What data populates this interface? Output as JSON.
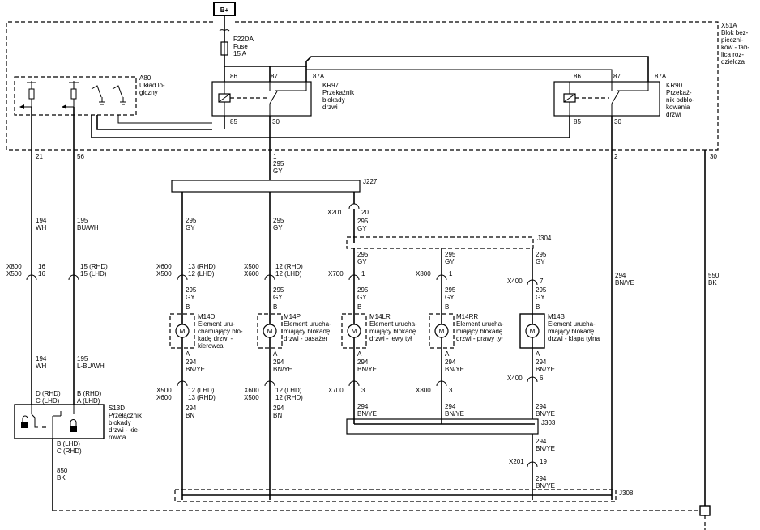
{
  "supply": {
    "label": "B+"
  },
  "fuse": {
    "name": "F22DA",
    "type": "Fuse",
    "rating": "15 A"
  },
  "module": {
    "id": "X51A",
    "lines": [
      "Blok bez-",
      "pieczni-",
      "ków - tab-",
      "lica roz-",
      "dzielcza"
    ]
  },
  "logic_unit": {
    "id": "A80",
    "lines": [
      "Układ lo-",
      "giczny"
    ]
  },
  "relay_lock": {
    "id": "KR97",
    "lines": [
      "Przekaźnik",
      "blokady",
      "drzwi"
    ],
    "pins": [
      "86",
      "87",
      "87A",
      "85",
      "30"
    ]
  },
  "relay_unlock": {
    "id": "KR90",
    "lines": [
      "Przekaź-",
      "nik odblo-",
      "kowania",
      "drzwi"
    ],
    "pins": [
      "86",
      "87",
      "87A",
      "85",
      "30"
    ]
  },
  "module_pins": {
    "p21": "21",
    "p56": "56",
    "p1": "1",
    "p2": "2",
    "p30": "30"
  },
  "wires": {
    "w194a": {
      "num": "194",
      "color": "WH"
    },
    "w195a": {
      "num": "195",
      "color": "BU/WH"
    },
    "w194b": {
      "num": "194",
      "color": "WH"
    },
    "w195b": {
      "num": "195",
      "color": "L-BU/WH"
    },
    "gy295": {
      "num": "295",
      "color": "GY"
    },
    "bnye294": {
      "num": "294",
      "color": "BN/YE"
    },
    "bn294": {
      "num": "294",
      "color": "BN"
    },
    "bk550": {
      "num": "550",
      "color": "BK"
    },
    "bk850": {
      "num": "850",
      "color": "BK"
    }
  },
  "connectors": {
    "x800_x500_left": {
      "name1": "X800",
      "name2": "X500",
      "pin1": "16",
      "pin2": "16"
    },
    "x800_right": {
      "pin1": "15 (RHD)",
      "pin2": "15 (LHD)"
    },
    "x600_top": {
      "name1": "X600",
      "name2": "X500",
      "pin1": "13 (RHD)",
      "pin2": "12 (LHD)"
    },
    "x500_top": {
      "name1": "X500",
      "name2": "X600",
      "pin1": "12 (RHD)",
      "pin2": "12 (LHD)"
    },
    "x201_top": {
      "name": "X201",
      "pin": "20"
    },
    "x700_top": {
      "name": "X700",
      "pin": "1"
    },
    "x800_top": {
      "name": "X800",
      "pin": "1"
    },
    "x400_top": {
      "name": "X400",
      "pin": "7"
    },
    "x500_bot": {
      "name1": "X500",
      "name2": "X600",
      "pin1": "12 (LHD)",
      "pin2": "13 (RHD)"
    },
    "x600_bot": {
      "name1": "X600",
      "name2": "X500",
      "pin1": "12 (LHD)",
      "pin2": "12 (RHD)"
    },
    "x700_bot": {
      "name": "X700",
      "pin": "3"
    },
    "x800_bot": {
      "name": "X800",
      "pin": "3"
    },
    "x400_bot": {
      "name": "X400",
      "pin": "6"
    },
    "x201_bot": {
      "name": "X201",
      "pin": "19"
    }
  },
  "splices": {
    "j227": "J227",
    "j304": "J304",
    "j303": "J303",
    "j308": "J308"
  },
  "motor_symbol": "M",
  "pin_a": "A",
  "pin_b": "B",
  "actuators": [
    {
      "id": "M14D",
      "lines": [
        "Element uru-",
        "chamiający blo-",
        "kadę drzwi -",
        "kierowca"
      ]
    },
    {
      "id": "M14P",
      "lines": [
        "Element urucha-",
        "miający blokadę",
        "drzwi - pasażer"
      ]
    },
    {
      "id": "M14LR",
      "lines": [
        "Element urucha-",
        "miający blokadę",
        "drzwi - lewy tył"
      ]
    },
    {
      "id": "M14RR",
      "lines": [
        "Element urucha-",
        "miający blokadę",
        "drzwi - prawy tył"
      ]
    },
    {
      "id": "M14B",
      "lines": [
        "Element urucha-",
        "miający blokadę",
        "drzwi - klapa tylna"
      ]
    }
  ],
  "switch_s13d": {
    "id": "S13D",
    "lines": [
      "Przełącznik",
      "blokady",
      "drzwi - kie-",
      "rowca"
    ],
    "pins_top_left": [
      "D (RHD)",
      "C (LHD)"
    ],
    "pins_top_right": [
      "B (RHD)",
      "A (LHD)"
    ],
    "pins_bottom": [
      "B (LHD)",
      "C (RHD)"
    ]
  }
}
